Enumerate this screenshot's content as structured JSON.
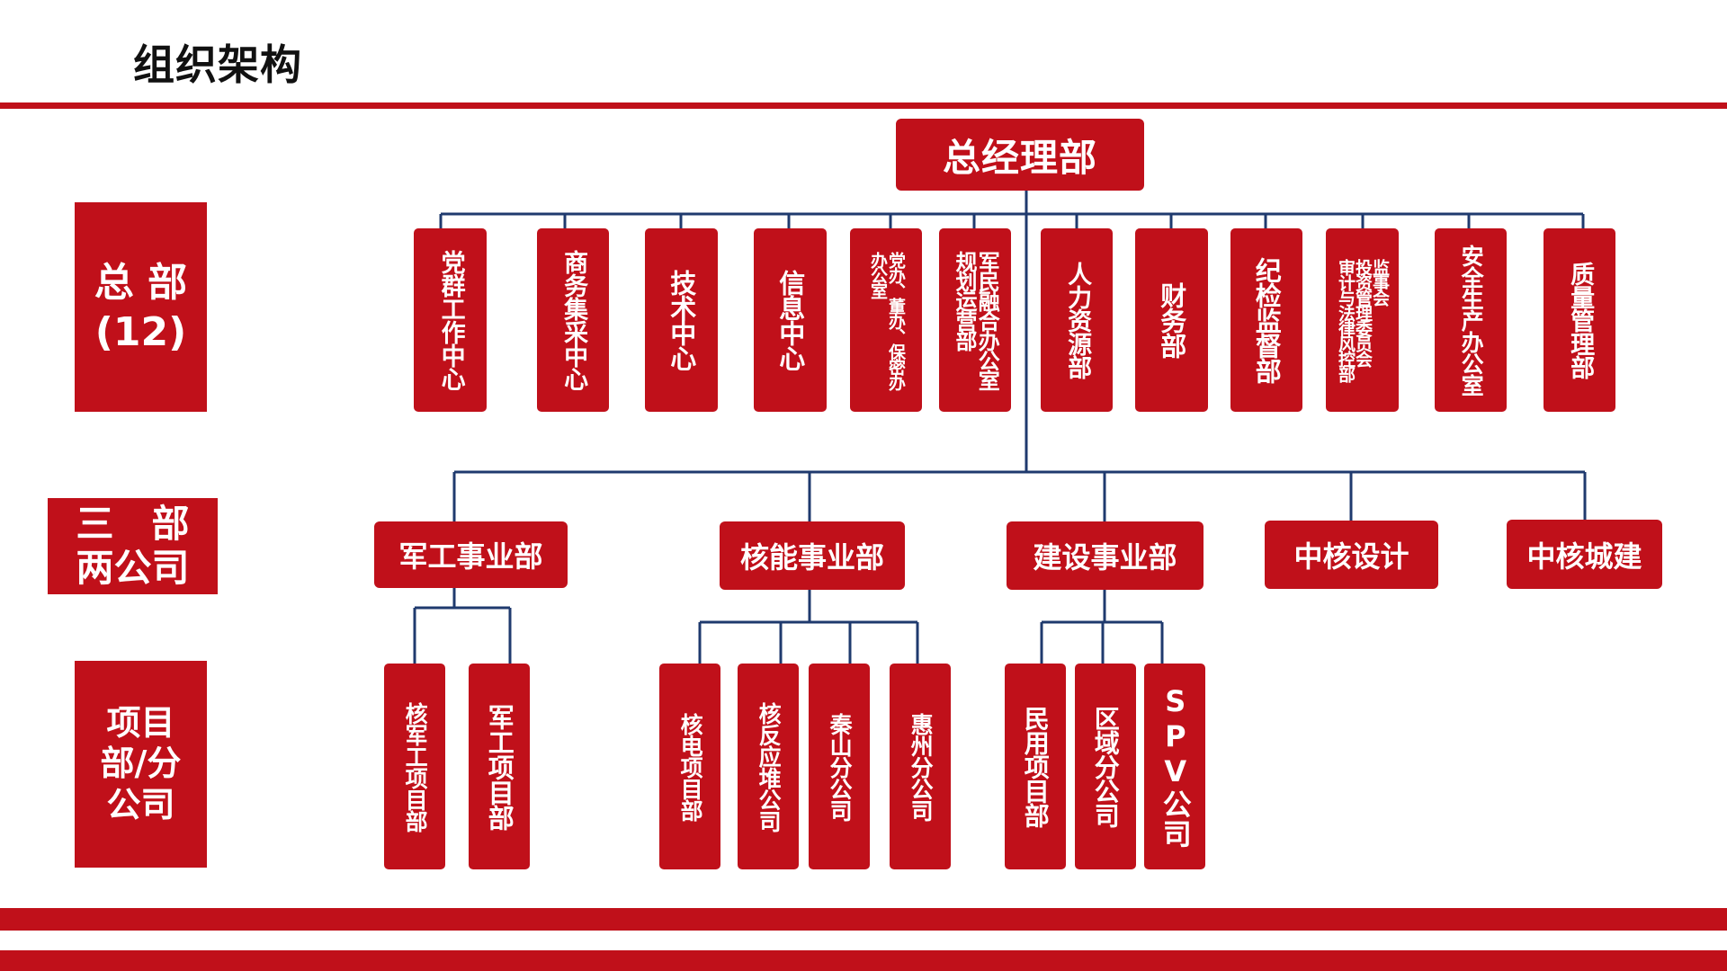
{
  "title": "组织架构",
  "levels": {
    "hq": "总 部\n(12)",
    "mid": "三　部\n两公司",
    "sub": "项目\n部/分\n公司"
  },
  "root": "总经理部",
  "hq_depts": [
    "党群工作中心",
    "商务集采中心",
    "技术中心",
    "信息中心",
    "党办、董办、保密办\n办公室",
    "军民融合办公室\n规划运营部",
    "人力资源部",
    "财务部",
    "纪检监督部",
    "监事会\n投资管理委员会\n审计与法律风控部",
    "安全生产办公室",
    "质量管理部"
  ],
  "divisions": [
    "军工事业部",
    "核能事业部",
    "建设事业部",
    "中核设计",
    "中核城建"
  ],
  "sub_units": {
    "military": [
      "核军工项目部",
      "军工项目部"
    ],
    "nuclear": [
      "核电项目部",
      "核反应堆公司",
      "秦山分公司",
      "惠州分公司"
    ],
    "construction": [
      "民用项目部",
      "区域分公司",
      "SPV公司"
    ]
  },
  "colors": {
    "accent": "#c0101a",
    "connector": "#1f3a6e"
  }
}
